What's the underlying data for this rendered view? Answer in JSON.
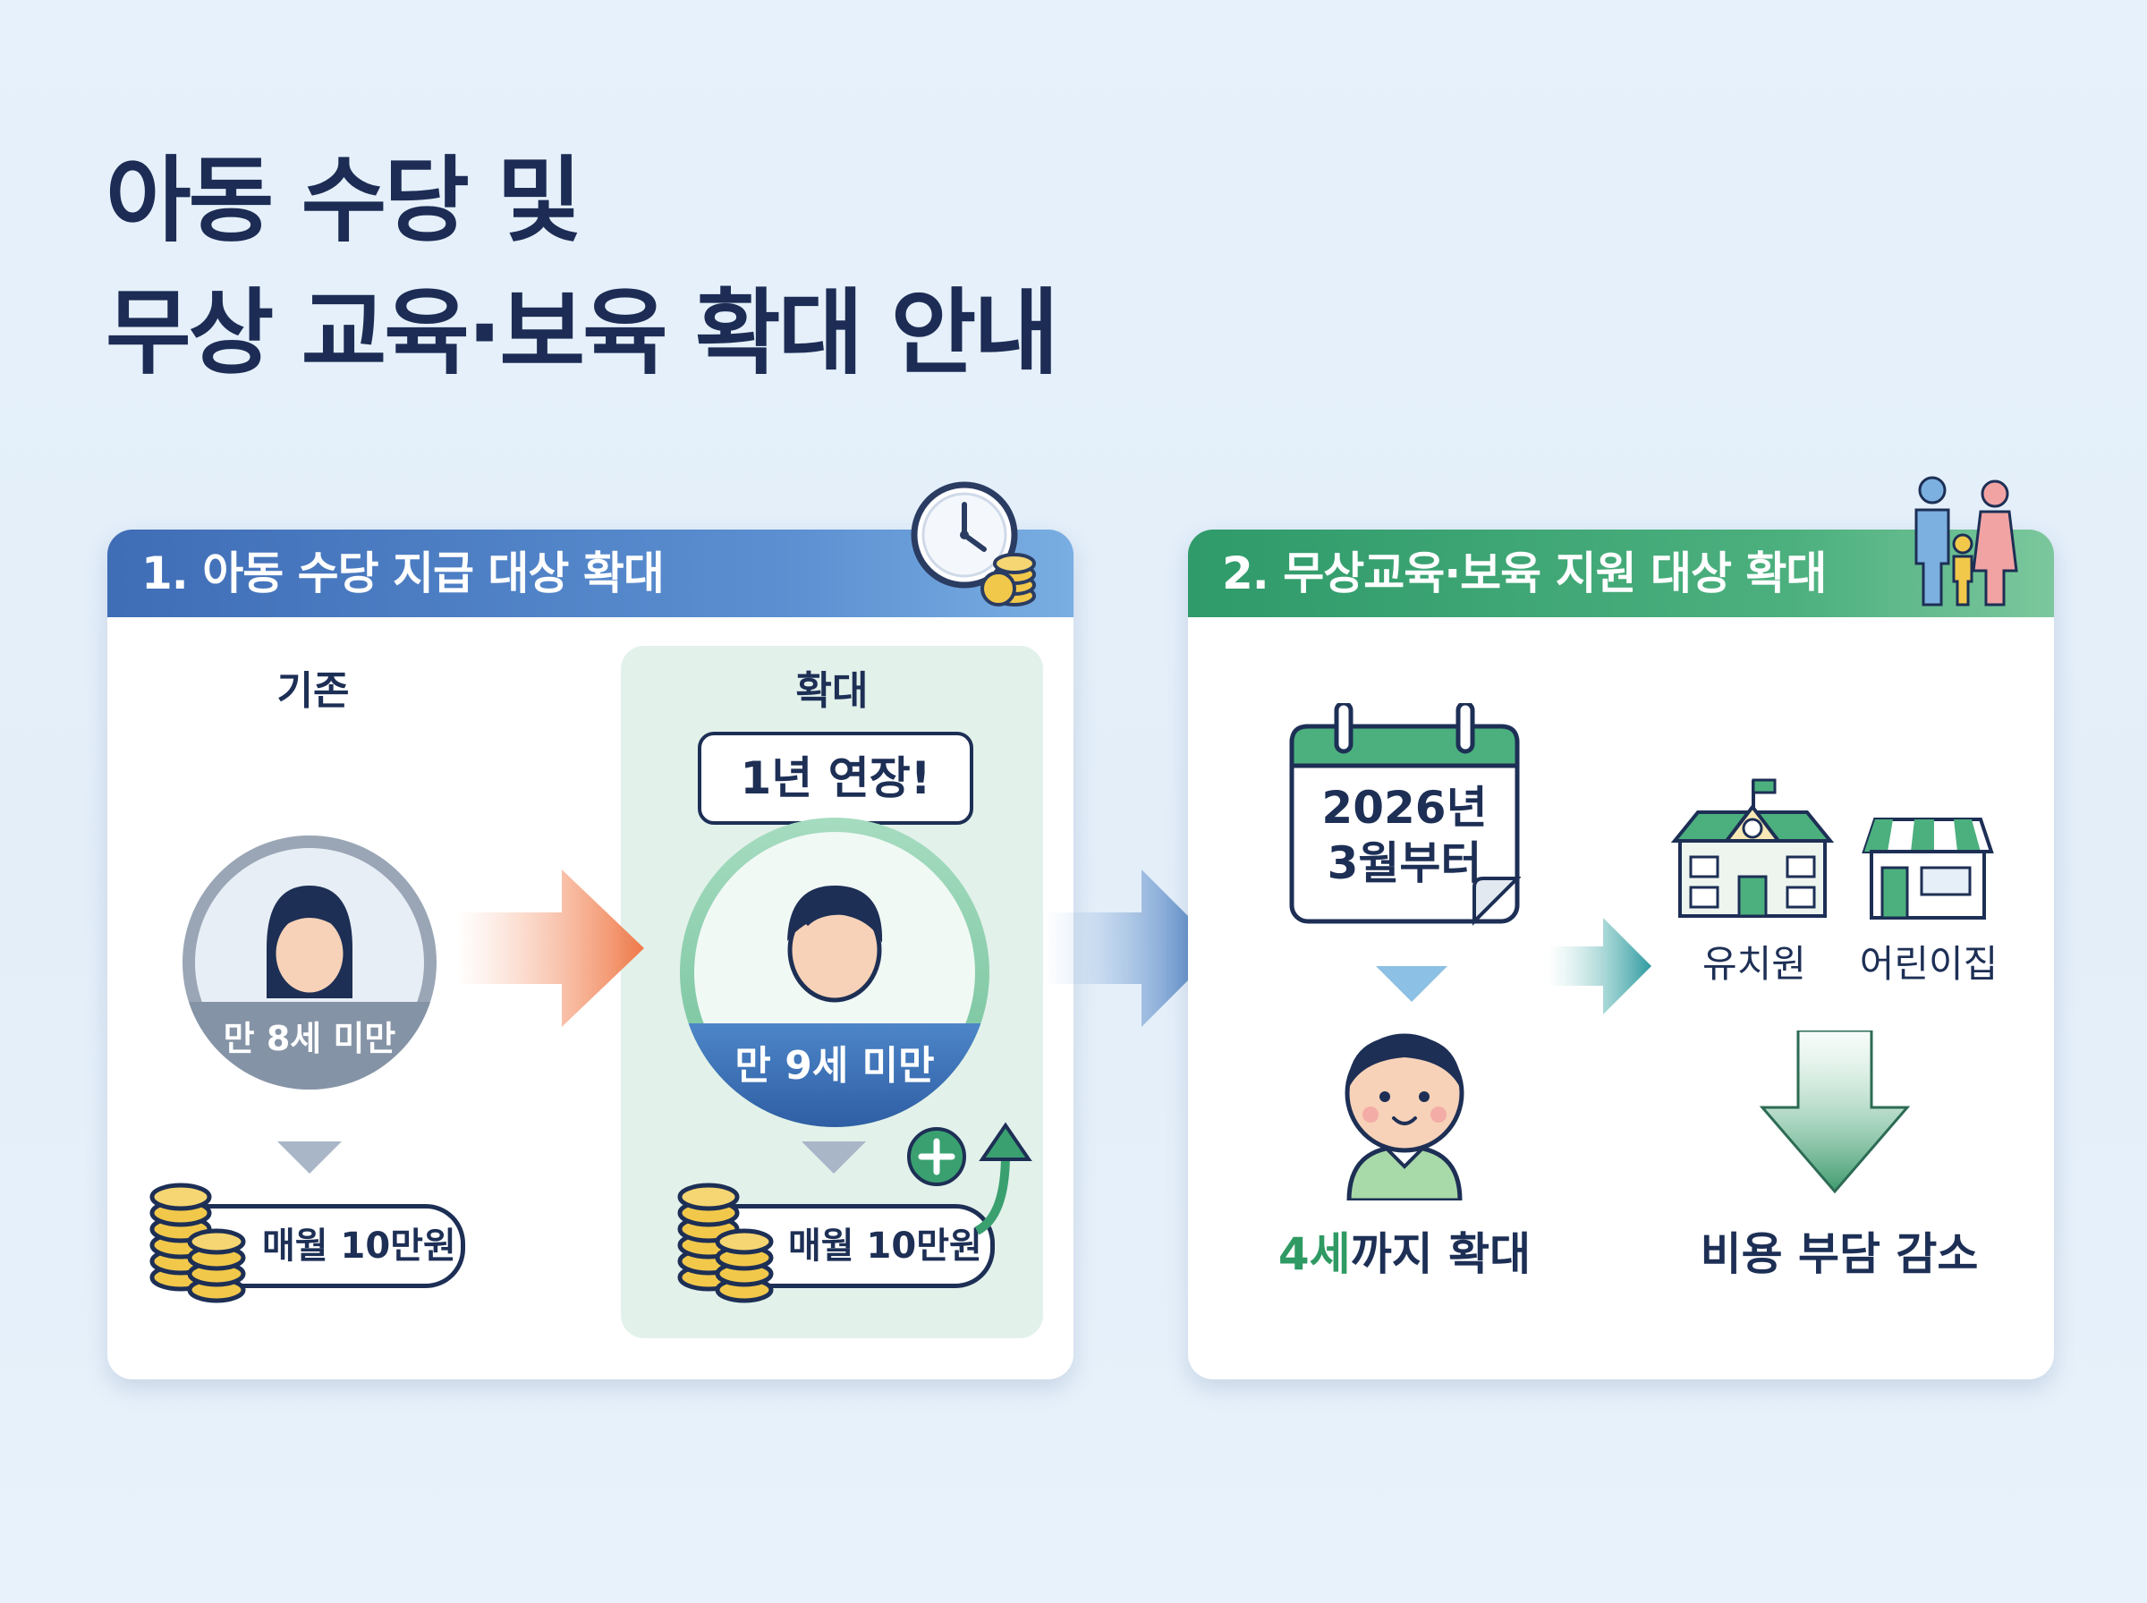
{
  "title": {
    "line1": "아동 수당 및",
    "line2": "무상 교육·보육 확대 안내"
  },
  "section1": {
    "header": "1. 아동 수당 지급 대상 확대",
    "before": {
      "label": "기존",
      "age": "만 8세 미만",
      "amount": "매월 10만원"
    },
    "after": {
      "label": "확대",
      "bubble": "1년 연장!",
      "age": "만 9세 미만",
      "amount": "매월 10만원"
    }
  },
  "section2": {
    "header": "2. 무상교육·보육 지원 대상 확대",
    "calendar": {
      "line1": "2026년",
      "line2": "3월부터"
    },
    "kindergarten": "유치원",
    "daycare": "어린이집",
    "expand_highlight": "4세",
    "expand_rest": "까지 확대",
    "cost": "비용 부담 감소"
  },
  "colors": {
    "navy": "#1d2f55",
    "blue_header": "#3f6db6",
    "green_header": "#2f9a6a",
    "orange_arrow": "#f07a4a",
    "coin": "#f2c84b"
  },
  "icons": [
    "clock-icon",
    "coin-stack-icon",
    "family-icon",
    "calendar-icon",
    "kindergarten-building-icon",
    "daycare-store-icon",
    "plus-icon",
    "up-arrow-icon",
    "down-arrow-icon"
  ]
}
